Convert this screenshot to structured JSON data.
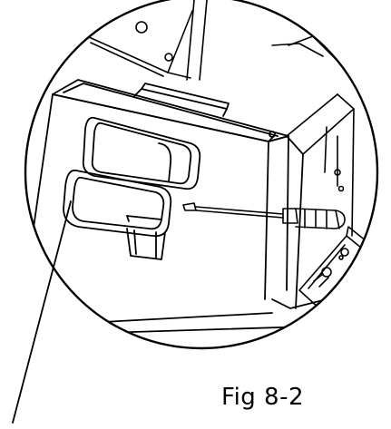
{
  "figure": {
    "caption": "Fig 8-2",
    "colors": {
      "line": "#000000",
      "background": "#ffffff"
    },
    "parts": [
      "magnifier-circle",
      "panel-box",
      "top-slot",
      "lower-handle",
      "hinge-tab",
      "screwdriver",
      "mounting-bracket",
      "leader-line"
    ]
  }
}
